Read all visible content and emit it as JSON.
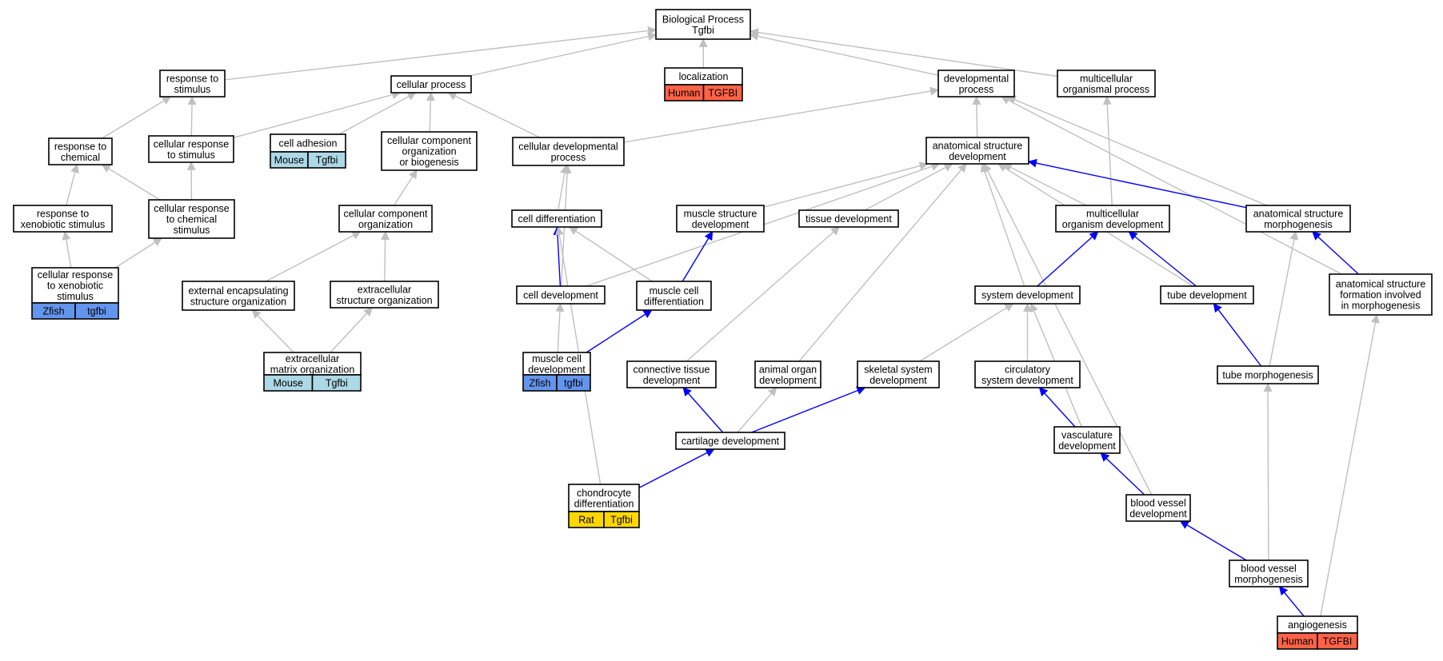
{
  "colors": {
    "gray_edge": "#c0c0c0",
    "blue_edge": "#0000ff",
    "Human": "#ff6347",
    "Mouse": "#add8e6",
    "Zfish": "#6495ed",
    "Rat": "#ffd700"
  },
  "nodes": [
    {
      "id": "bp",
      "lines": [
        "Biological Process",
        "Tgfbi"
      ]
    },
    {
      "id": "rstim",
      "lines": [
        "response to",
        "stimulus"
      ]
    },
    {
      "id": "cproc",
      "lines": [
        "cellular process"
      ]
    },
    {
      "id": "loc",
      "lines": [
        "localization"
      ],
      "ann": {
        "species": "Human",
        "gene": "TGFBI"
      }
    },
    {
      "id": "devp",
      "lines": [
        "developmental",
        "process"
      ]
    },
    {
      "id": "mop",
      "lines": [
        "multicellular",
        "organismal process"
      ]
    },
    {
      "id": "rchem",
      "lines": [
        "response to",
        "chemical"
      ]
    },
    {
      "id": "crstim",
      "lines": [
        "cellular response",
        "to stimulus"
      ]
    },
    {
      "id": "cadh",
      "lines": [
        "cell adhesion"
      ],
      "ann": {
        "species": "Mouse",
        "gene": "Tgfbi"
      }
    },
    {
      "id": "ccob",
      "lines": [
        "cellular component",
        "organization",
        "or biogenesis"
      ]
    },
    {
      "id": "cdp",
      "lines": [
        "cellular developmental",
        "process"
      ]
    },
    {
      "id": "asd",
      "lines": [
        "anatomical structure",
        "development"
      ]
    },
    {
      "id": "rxeno",
      "lines": [
        "response to",
        "xenobiotic stimulus"
      ]
    },
    {
      "id": "crchem",
      "lines": [
        "cellular response",
        "to chemical",
        "stimulus"
      ]
    },
    {
      "id": "cco",
      "lines": [
        "cellular component",
        "organization"
      ]
    },
    {
      "id": "cdiff",
      "lines": [
        "cell differentiation"
      ]
    },
    {
      "id": "msd",
      "lines": [
        "muscle structure",
        "development"
      ]
    },
    {
      "id": "tdev",
      "lines": [
        "tissue development"
      ]
    },
    {
      "id": "mod",
      "lines": [
        "multicellular",
        "organism development"
      ]
    },
    {
      "id": "asm",
      "lines": [
        "anatomical structure",
        "morphogenesis"
      ]
    },
    {
      "id": "crxeno",
      "lines": [
        "cellular response",
        "to xenobiotic",
        "stimulus"
      ],
      "ann": {
        "species": "Zfish",
        "gene": "tgfbi"
      }
    },
    {
      "id": "eeso",
      "lines": [
        "external encapsulating",
        "structure organization"
      ]
    },
    {
      "id": "eso",
      "lines": [
        "extracellular",
        "structure organization"
      ]
    },
    {
      "id": "celldev",
      "lines": [
        "cell development"
      ]
    },
    {
      "id": "mcdiff",
      "lines": [
        "muscle cell",
        "differentiation"
      ]
    },
    {
      "id": "sysdev",
      "lines": [
        "system development"
      ]
    },
    {
      "id": "tubedev",
      "lines": [
        "tube development"
      ]
    },
    {
      "id": "asfim",
      "lines": [
        "anatomical structure",
        "formation involved",
        "in morphogenesis"
      ]
    },
    {
      "id": "emo",
      "lines": [
        "extracellular",
        "matrix organization"
      ],
      "ann": {
        "species": "Mouse",
        "gene": "Tgfbi"
      }
    },
    {
      "id": "mcdev",
      "lines": [
        "muscle cell",
        "development"
      ],
      "ann": {
        "species": "Zfish",
        "gene": "tgfbi"
      }
    },
    {
      "id": "ctd",
      "lines": [
        "connective tissue",
        "development"
      ]
    },
    {
      "id": "aod",
      "lines": [
        "animal organ",
        "development"
      ]
    },
    {
      "id": "ssd",
      "lines": [
        "skeletal system",
        "development"
      ]
    },
    {
      "id": "circ",
      "lines": [
        "circulatory",
        "system development"
      ]
    },
    {
      "id": "tubemorph",
      "lines": [
        "tube morphogenesis"
      ]
    },
    {
      "id": "cartdev",
      "lines": [
        "cartilage development"
      ]
    },
    {
      "id": "vasc",
      "lines": [
        "vasculature",
        "development"
      ]
    },
    {
      "id": "chondro",
      "lines": [
        "chondrocyte",
        "differentiation"
      ],
      "ann": {
        "species": "Rat",
        "gene": "Tgfbi"
      }
    },
    {
      "id": "bvd",
      "lines": [
        "blood vessel",
        "development"
      ]
    },
    {
      "id": "bvm",
      "lines": [
        "blood vessel",
        "morphogenesis"
      ]
    },
    {
      "id": "angio",
      "lines": [
        "angiogenesis"
      ],
      "ann": {
        "species": "Human",
        "gene": "TGFBI"
      }
    }
  ],
  "edges": [
    {
      "from": "rstim",
      "to": "bp",
      "color": "gray"
    },
    {
      "from": "cproc",
      "to": "bp",
      "color": "gray"
    },
    {
      "from": "loc",
      "to": "bp",
      "color": "gray"
    },
    {
      "from": "devp",
      "to": "bp",
      "color": "gray"
    },
    {
      "from": "mop",
      "to": "bp",
      "color": "gray"
    },
    {
      "from": "rchem",
      "to": "rstim",
      "color": "gray"
    },
    {
      "from": "crstim",
      "to": "rstim",
      "color": "gray"
    },
    {
      "from": "crstim",
      "to": "cproc",
      "color": "gray"
    },
    {
      "from": "cadh",
      "to": "cproc",
      "color": "gray"
    },
    {
      "from": "ccob",
      "to": "cproc",
      "color": "gray"
    },
    {
      "from": "cdp",
      "to": "cproc",
      "color": "gray"
    },
    {
      "from": "cdp",
      "to": "devp",
      "color": "gray"
    },
    {
      "from": "asd",
      "to": "devp",
      "color": "gray"
    },
    {
      "from": "asm",
      "to": "devp",
      "color": "gray"
    },
    {
      "from": "asfim",
      "to": "devp",
      "color": "gray"
    },
    {
      "from": "mod",
      "to": "mop",
      "color": "gray"
    },
    {
      "from": "rxeno",
      "to": "rchem",
      "color": "gray"
    },
    {
      "from": "crchem",
      "to": "rchem",
      "color": "gray"
    },
    {
      "from": "crchem",
      "to": "crstim",
      "color": "gray"
    },
    {
      "from": "crxeno",
      "to": "rxeno",
      "color": "gray"
    },
    {
      "from": "crxeno",
      "to": "crchem",
      "color": "gray"
    },
    {
      "from": "cco",
      "to": "ccob",
      "color": "gray"
    },
    {
      "from": "eeso",
      "to": "cco",
      "color": "gray"
    },
    {
      "from": "eso",
      "to": "cco",
      "color": "gray"
    },
    {
      "from": "emo",
      "to": "eeso",
      "color": "gray"
    },
    {
      "from": "emo",
      "to": "eso",
      "color": "gray"
    },
    {
      "from": "cdiff",
      "to": "cdp",
      "color": "gray"
    },
    {
      "from": "celldev",
      "to": "cdp",
      "color": "gray"
    },
    {
      "from": "celldev",
      "to": "cdiff",
      "color": "blue"
    },
    {
      "from": "mcdiff",
      "to": "cdiff",
      "color": "gray"
    },
    {
      "from": "chondro",
      "to": "cdiff",
      "color": "gray"
    },
    {
      "from": "celldev",
      "to": "asd",
      "color": "gray"
    },
    {
      "from": "msd",
      "to": "asd",
      "color": "gray"
    },
    {
      "from": "tdev",
      "to": "asd",
      "color": "gray"
    },
    {
      "from": "mod",
      "to": "asd",
      "color": "gray"
    },
    {
      "from": "asm",
      "to": "asd",
      "color": "blue"
    },
    {
      "from": "sysdev",
      "to": "asd",
      "color": "gray"
    },
    {
      "from": "aod",
      "to": "asd",
      "color": "gray"
    },
    {
      "from": "tubedev",
      "to": "asd",
      "color": "gray"
    },
    {
      "from": "bvd",
      "to": "asd",
      "color": "gray"
    },
    {
      "from": "mcdiff",
      "to": "msd",
      "color": "blue"
    },
    {
      "from": "mcdev",
      "to": "celldev",
      "color": "gray"
    },
    {
      "from": "mcdev",
      "to": "mcdiff",
      "color": "blue"
    },
    {
      "from": "sysdev",
      "to": "mod",
      "color": "blue"
    },
    {
      "from": "tubedev",
      "to": "mod",
      "color": "blue"
    },
    {
      "from": "asfim",
      "to": "asm",
      "color": "blue"
    },
    {
      "from": "tubemorph",
      "to": "asm",
      "color": "gray"
    },
    {
      "from": "ctd",
      "to": "tdev",
      "color": "gray"
    },
    {
      "from": "ssd",
      "to": "sysdev",
      "color": "gray"
    },
    {
      "from": "circ",
      "to": "sysdev",
      "color": "gray"
    },
    {
      "from": "vasc",
      "to": "sysdev",
      "color": "gray"
    },
    {
      "from": "tubemorph",
      "to": "tubedev",
      "color": "blue"
    },
    {
      "from": "angio",
      "to": "asfim",
      "color": "gray"
    },
    {
      "from": "cartdev",
      "to": "ctd",
      "color": "blue"
    },
    {
      "from": "cartdev",
      "to": "aod",
      "color": "gray"
    },
    {
      "from": "cartdev",
      "to": "ssd",
      "color": "blue"
    },
    {
      "from": "vasc",
      "to": "circ",
      "color": "blue"
    },
    {
      "from": "bvm",
      "to": "tubemorph",
      "color": "gray"
    },
    {
      "from": "chondro",
      "to": "cartdev",
      "color": "blue"
    },
    {
      "from": "bvd",
      "to": "vasc",
      "color": "blue"
    },
    {
      "from": "bvm",
      "to": "bvd",
      "color": "blue"
    },
    {
      "from": "angio",
      "to": "bvm",
      "color": "blue"
    }
  ]
}
